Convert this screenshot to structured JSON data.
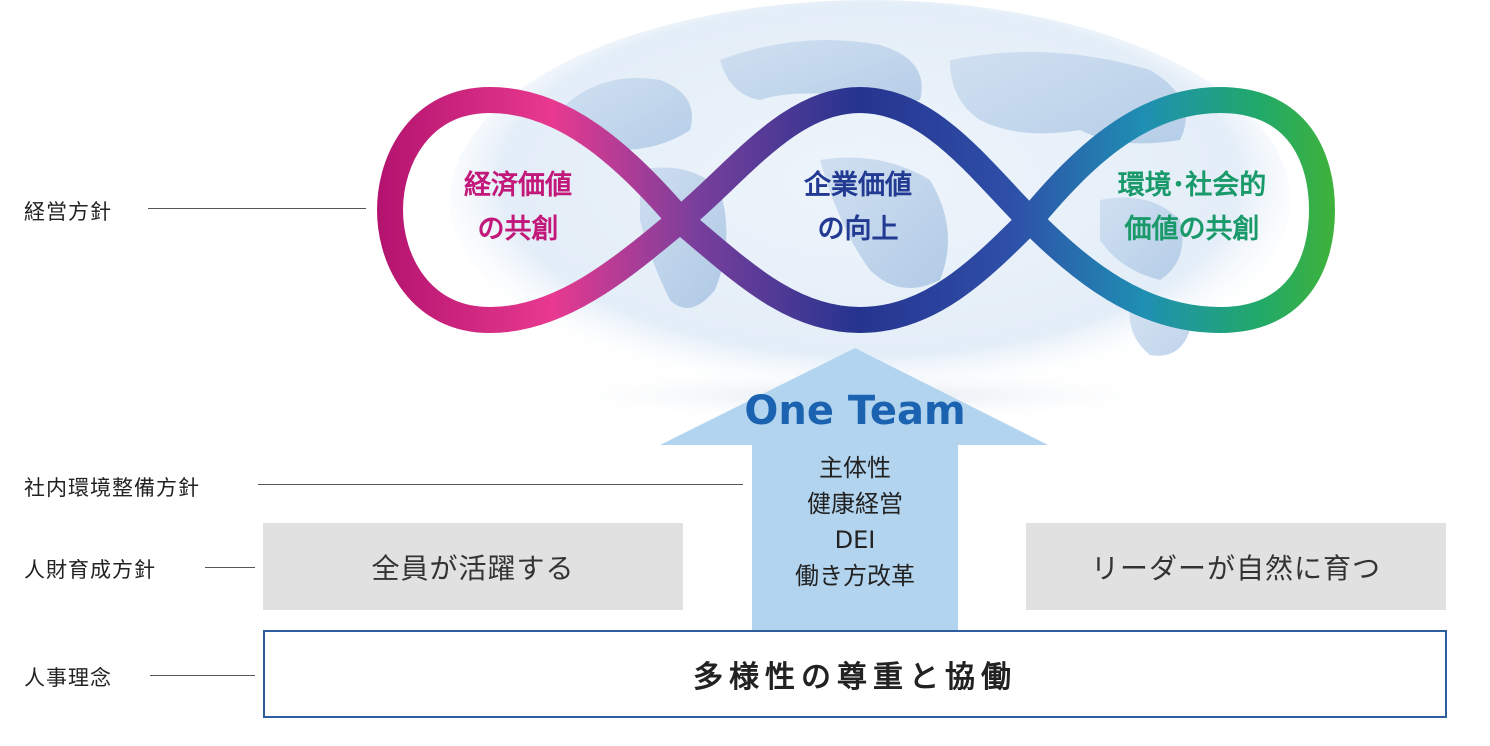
{
  "labels": {
    "management_policy": "経営方針",
    "environment_policy": "社内環境整備方針",
    "development_policy": "人財育成方針",
    "hr_philosophy": "人事理念"
  },
  "loops": {
    "left": [
      "経済価値",
      "の共創"
    ],
    "center": [
      "企業価値",
      "の向上"
    ],
    "right": [
      "環境･社会的",
      "価値の共創"
    ]
  },
  "arrow": {
    "title": "One Team",
    "items": [
      "主体性",
      "健康経営",
      "DEI",
      "働き方改革"
    ]
  },
  "boxes": {
    "left": "全員が活躍する",
    "right": "リーダーが自然に育つ",
    "base": "多様性の尊重と協働"
  },
  "colors": {
    "magenta": "#c2187a",
    "navy": "#233a93",
    "teal_green": "#1a9a6a",
    "arrow_fill": "#b3d4ef",
    "title_blue": "#1b63b0"
  }
}
